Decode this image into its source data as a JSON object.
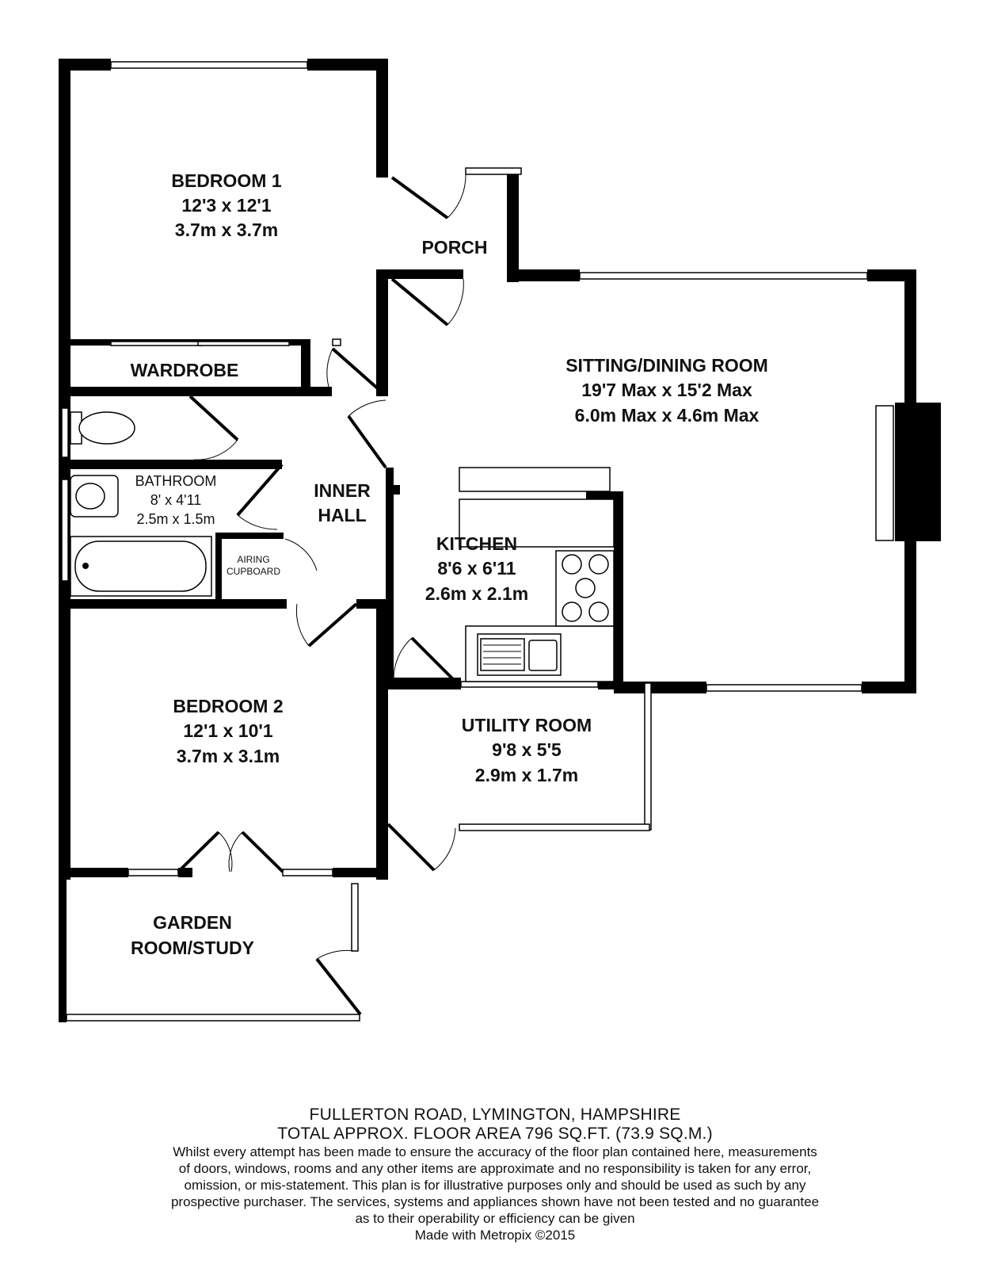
{
  "rooms": {
    "bedroom1": {
      "name": "BEDROOM 1",
      "imperial": "12'3 x 12'1",
      "metric": "3.7m x 3.7m"
    },
    "porch": {
      "name": "PORCH"
    },
    "sitting": {
      "name": "SITTING/DINING ROOM",
      "imperial": "19'7 Max x 15'2 Max",
      "metric": "6.0m Max x 4.6m Max"
    },
    "wardrobe": {
      "name": "WARDROBE"
    },
    "bathroom": {
      "name": "BATHROOM",
      "imperial": "8' x 4'11",
      "metric": "2.5m x 1.5m"
    },
    "inner_hall": {
      "line1": "INNER",
      "line2": "HALL"
    },
    "kitchen": {
      "name": "KITCHEN",
      "imperial": "8'6 x 6'11",
      "metric": "2.6m x 2.1m"
    },
    "airing": {
      "line1": "AIRING",
      "line2": "CUPBOARD"
    },
    "bedroom2": {
      "name": "BEDROOM 2",
      "imperial": "12'1 x 10'1",
      "metric": "3.7m x 3.1m"
    },
    "utility": {
      "name": "UTILITY ROOM",
      "imperial": "9'8 x 5'5",
      "metric": "2.9m x 1.7m"
    },
    "garden": {
      "line1": "GARDEN",
      "line2": "ROOM/STUDY"
    }
  },
  "footer": {
    "address": "FULLERTON ROAD, LYMINGTON, HAMPSHIRE",
    "area": "TOTAL APPROX. FLOOR AREA 796 SQ.FT. (73.9 SQ.M.)",
    "disclaimer": [
      "Whilst every attempt has been made to ensure the accuracy of the floor plan contained here, measurements",
      "of doors, windows, rooms and any other items are approximate and no responsibility is taken for any error,",
      "omission, or mis-statement. This plan is for illustrative purposes only and should be used as such by any",
      "prospective purchaser. The services, systems and appliances shown have not been tested and no guarantee",
      "as to their operability or efficiency can be given"
    ],
    "credit": "Made with Metropix ©2015"
  }
}
